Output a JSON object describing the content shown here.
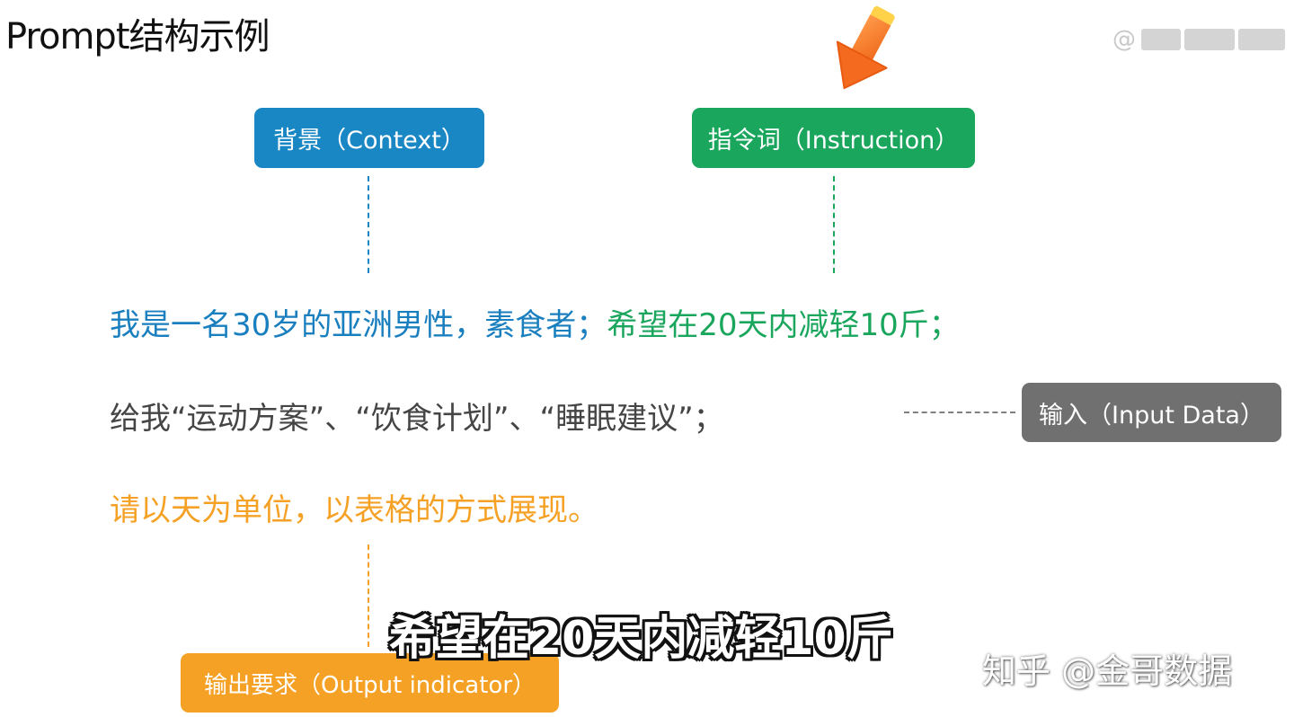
{
  "title": "Prompt结构示例",
  "labels": {
    "context": "背景（Context）",
    "instruction": "指令词（Instruction）",
    "input": "输入（Input Data）",
    "output": "输出要求（Output indicator）"
  },
  "prompt_lines": {
    "line1_context": "我是一名30岁的亚洲男性，素食者；",
    "line1_instruction": "希望在20天内减轻10斤；",
    "line2": "给我“运动方案”、“饮食计划”、“睡眠建议”；",
    "line3": "请以天为单位，以表格的方式展现。"
  },
  "subtitle": "希望在20天内减轻10斤",
  "watermark": "知乎 @金哥数据",
  "icons": {
    "pointer": "arrow-down-left-icon"
  },
  "colors": {
    "context": "#1a87c5",
    "instruction": "#1aa65c",
    "input": "#707070",
    "output": "#f5a125"
  }
}
